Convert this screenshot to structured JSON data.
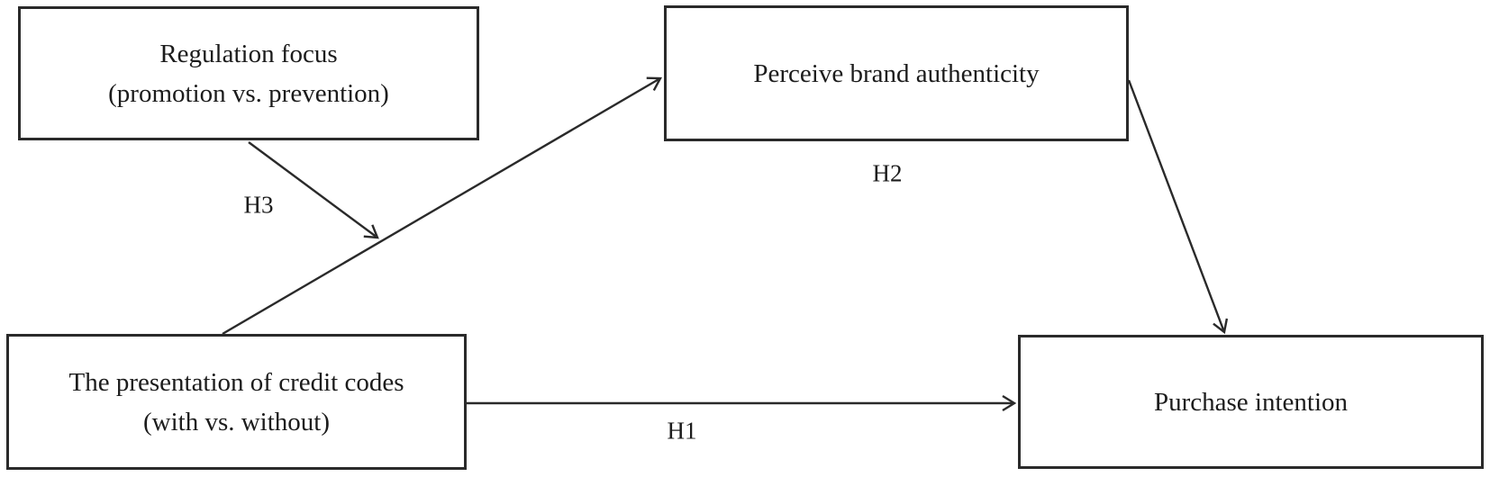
{
  "figure": {
    "type": "conceptual-model-diagram",
    "background_color": "#ffffff",
    "stroke_color": "#2a2a2a",
    "text_color": "#1c1c1c",
    "nodes": {
      "regulation_focus": {
        "line1": "Regulation focus",
        "line2": "(promotion vs. prevention)"
      },
      "brand_authenticity": {
        "label": "Perceive brand authenticity"
      },
      "credit_codes": {
        "line1": "The presentation of credit codes",
        "line2": "(with vs. without)"
      },
      "purchase_intention": {
        "label": "Purchase intention"
      }
    },
    "hypothesis_labels": {
      "h1": "H1",
      "h2": "H2",
      "h3": "H3"
    },
    "edges": [
      {
        "from": "credit_codes",
        "to": "brand_authenticity",
        "type": "arrow",
        "label": ""
      },
      {
        "from": "brand_authenticity",
        "to": "purchase_intention",
        "type": "arrow",
        "label": "H2"
      },
      {
        "from": "credit_codes",
        "to": "purchase_intention",
        "type": "arrow",
        "label": "H1"
      },
      {
        "from": "regulation_focus",
        "to": "arrow credit_codes to brand_authenticity",
        "type": "moderation-arrow",
        "label": "H3"
      }
    ]
  }
}
